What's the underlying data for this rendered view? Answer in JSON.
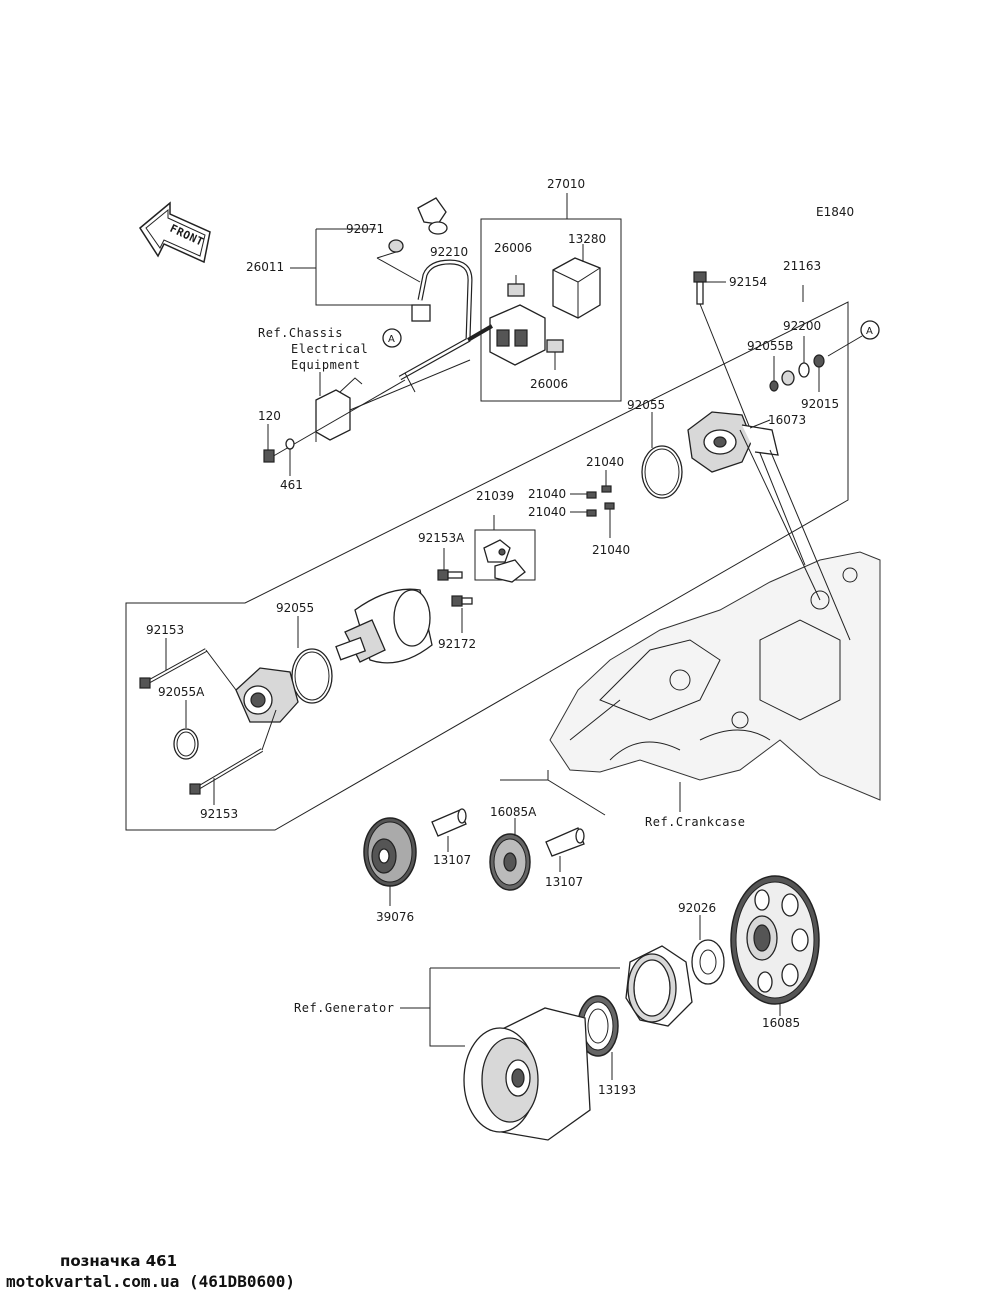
{
  "diagram_code": "E1840",
  "front_label": "FRONT",
  "labels": {
    "p27010": "27010",
    "p26006a": "26006",
    "p13280": "13280",
    "p26006b": "26006",
    "p92071": "92071",
    "p92210": "92210",
    "p26011": "26011",
    "refA1": "A",
    "refA2": "A",
    "ref_chassis_1": "Ref.Chassis",
    "ref_chassis_2": "Electrical",
    "ref_chassis_3": "Equipment",
    "p120": "120",
    "p461": "461",
    "p92154": "92154",
    "p21163": "21163",
    "p92200": "92200",
    "p92055B": "92055B",
    "p92015": "92015",
    "p16073": "16073",
    "p92055a": "92055",
    "p21040a": "21040",
    "p21040b": "21040",
    "p21040c": "21040",
    "p21040d": "21040",
    "p21039": "21039",
    "p92153A": "92153A",
    "p92172": "92172",
    "p92055b": "92055",
    "p92153a": "92153",
    "p92055A": "92055A",
    "p92153b": "92153",
    "ref_crankcase": "Ref.Crankcase",
    "p16085A": "16085A",
    "p13107a": "13107",
    "p13107b": "13107",
    "p39076": "39076",
    "p92026": "92026",
    "p16085": "16085",
    "ref_generator": "Ref.Generator",
    "p13193": "13193"
  },
  "footer": {
    "line1": "позначка 461",
    "line2": "motokvartal.com.ua (461DB0600)"
  }
}
